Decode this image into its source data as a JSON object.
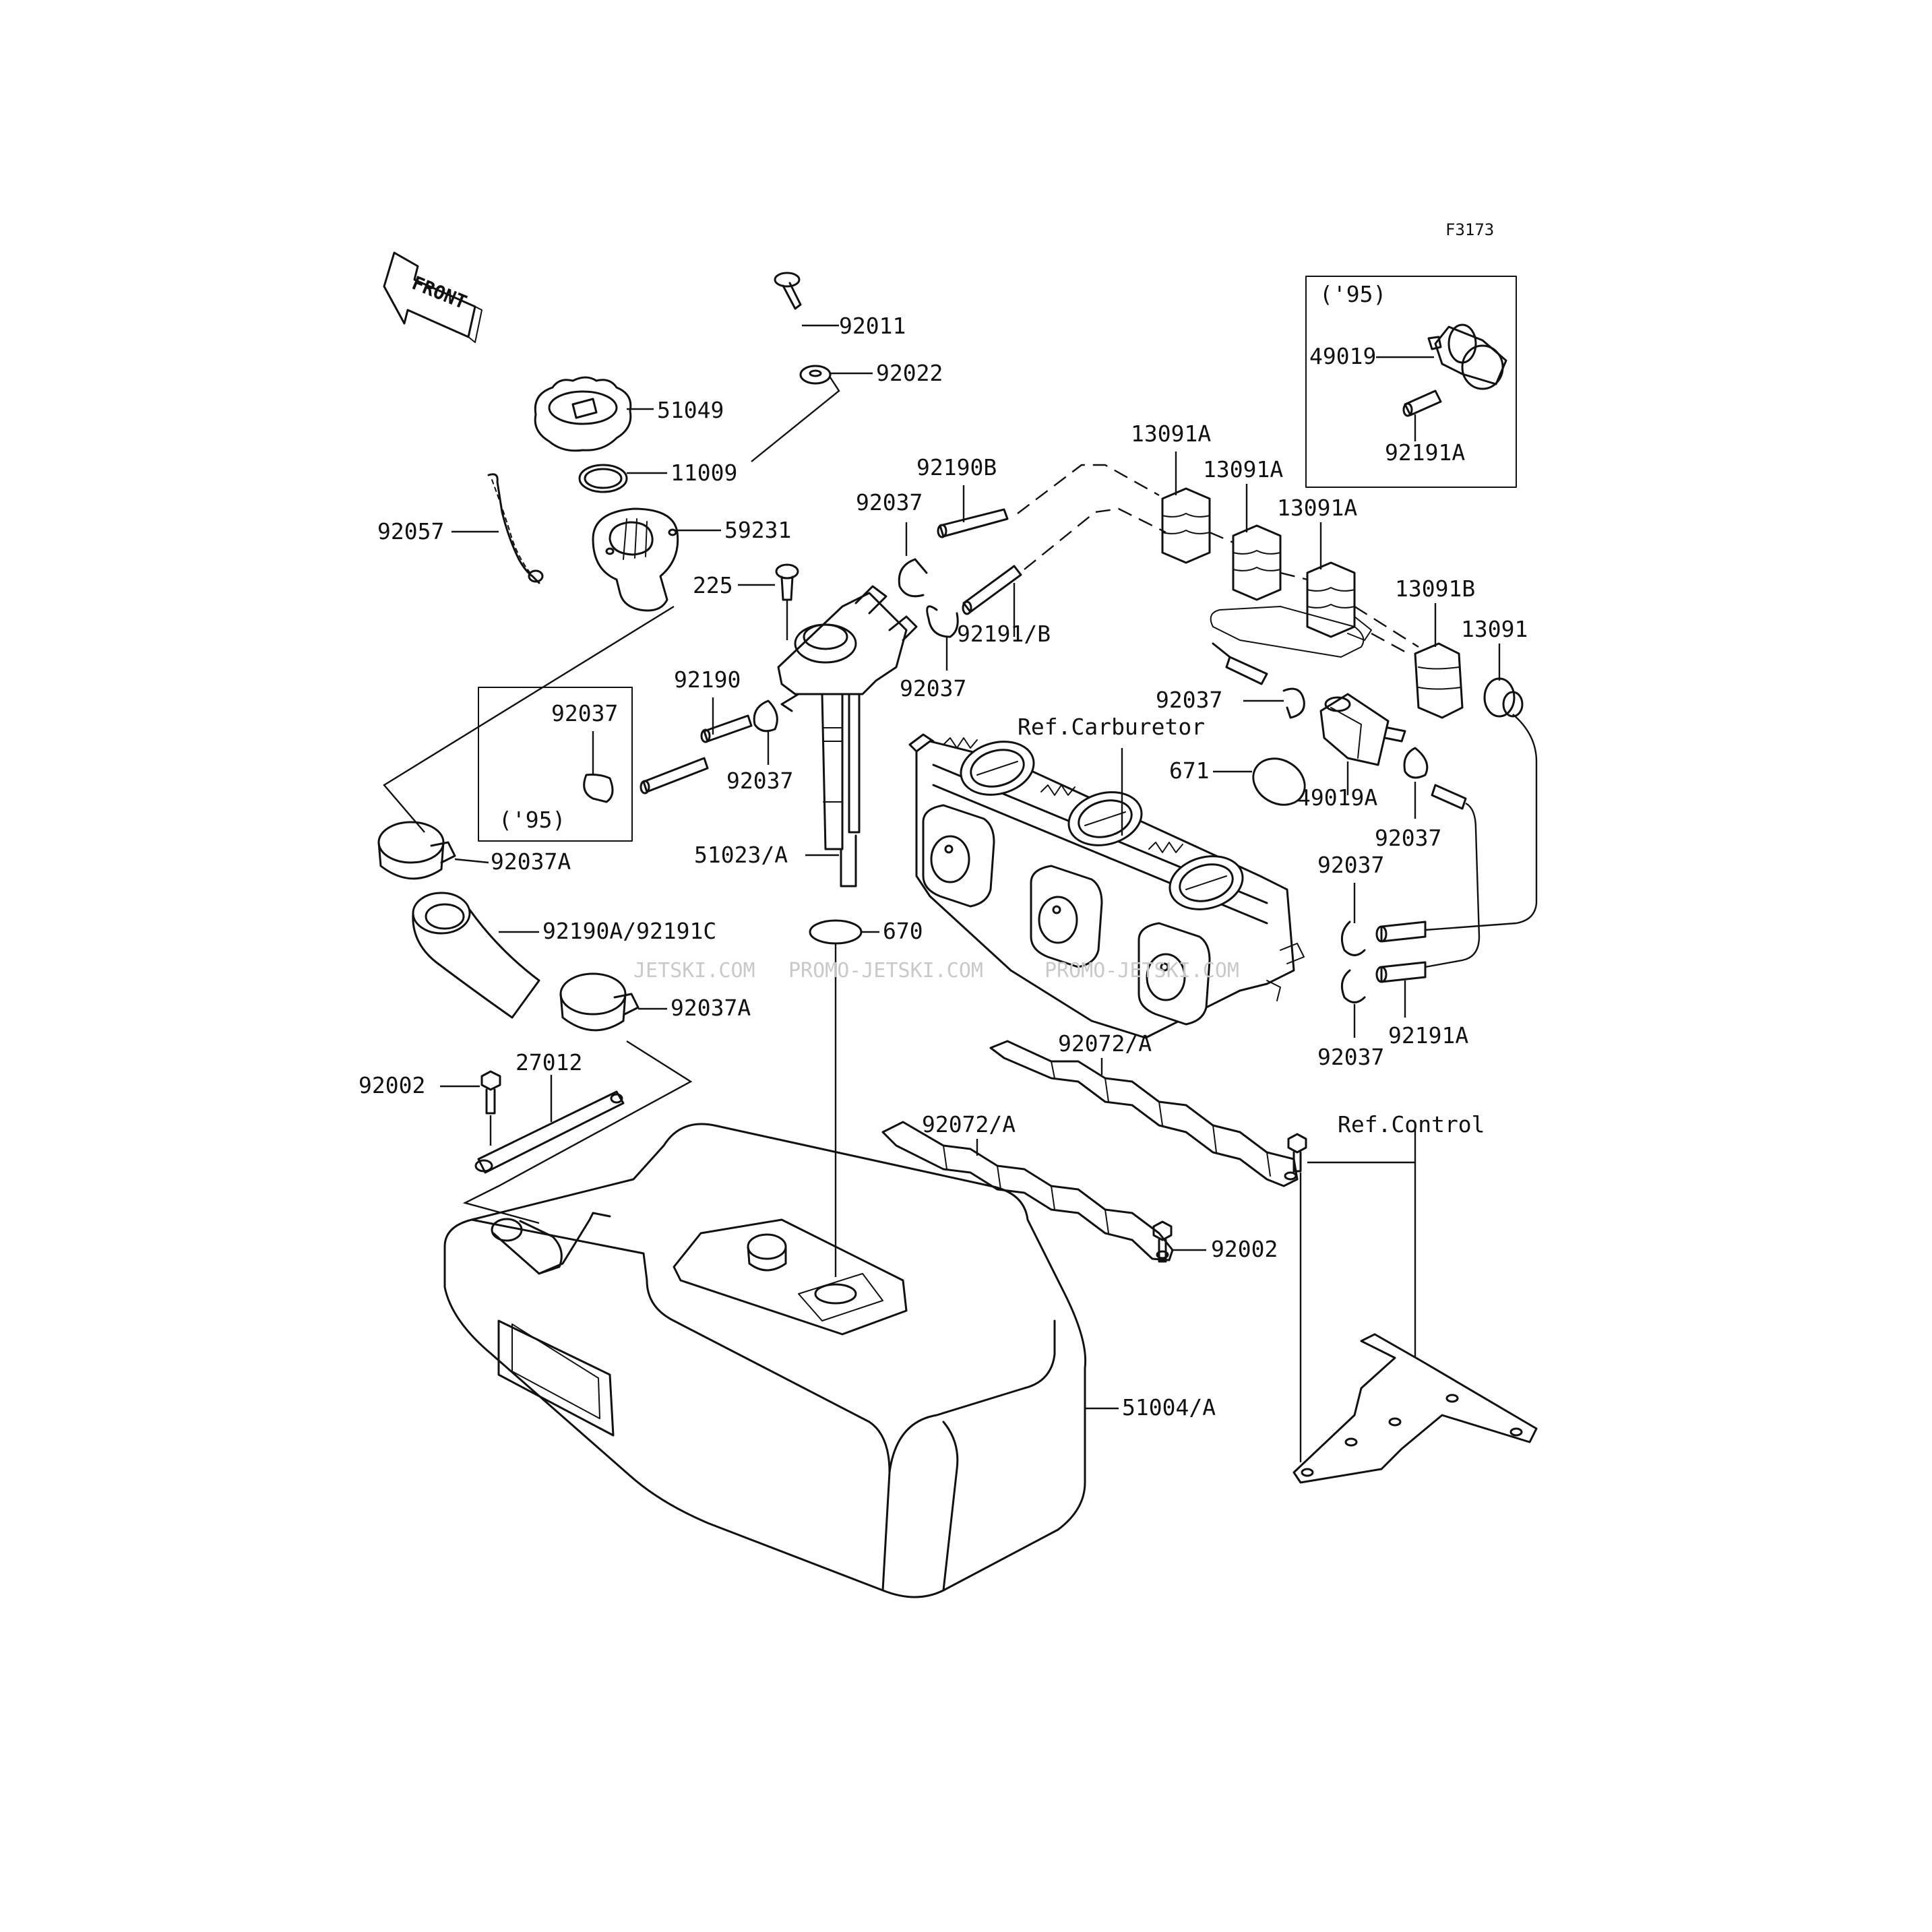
{
  "figure_code": "F3173",
  "front_label": "FRONT",
  "watermarks": [
    "JETSKI.COM",
    "PROMO-JETSKI.COM",
    "PROMO-JETSKI.COM"
  ],
  "year_note": "('95)",
  "references": {
    "carburetor": "Ref.Carburetor",
    "control": "Ref.Control"
  },
  "labels": {
    "p92011": "92011",
    "p92022": "92022",
    "p51049": "51049",
    "p11009": "11009",
    "p92057": "92057",
    "p59231": "59231",
    "p225": "225",
    "p92190B": "92190B",
    "p92037_a": "92037",
    "p92191B": "92191/B",
    "p92037_b": "92037",
    "p92190": "92190",
    "p92037_box": "92037",
    "p92037_c": "92037",
    "p51023A": "51023/A",
    "p92037A_1": "92037A",
    "p92190A": "92190A/92191C",
    "p670": "670",
    "p92037A_2": "92037A",
    "p92002_1": "92002",
    "p27012": "27012",
    "p13091A_1": "13091A",
    "p13091A_2": "13091A",
    "p13091A_3": "13091A",
    "p13091B": "13091B",
    "p13091": "13091",
    "p49019": "49019",
    "p92191A_box": "92191A",
    "p92037_d": "92037",
    "p671": "671",
    "p49019A": "49019A",
    "p92037_e": "92037",
    "p92037_f": "92037",
    "p92191A": "92191A",
    "p92037_g": "92037",
    "p92072A_1": "92072/A",
    "p92072A_2": "92072/A",
    "p92002_2": "92002",
    "p51004A": "51004/A"
  }
}
